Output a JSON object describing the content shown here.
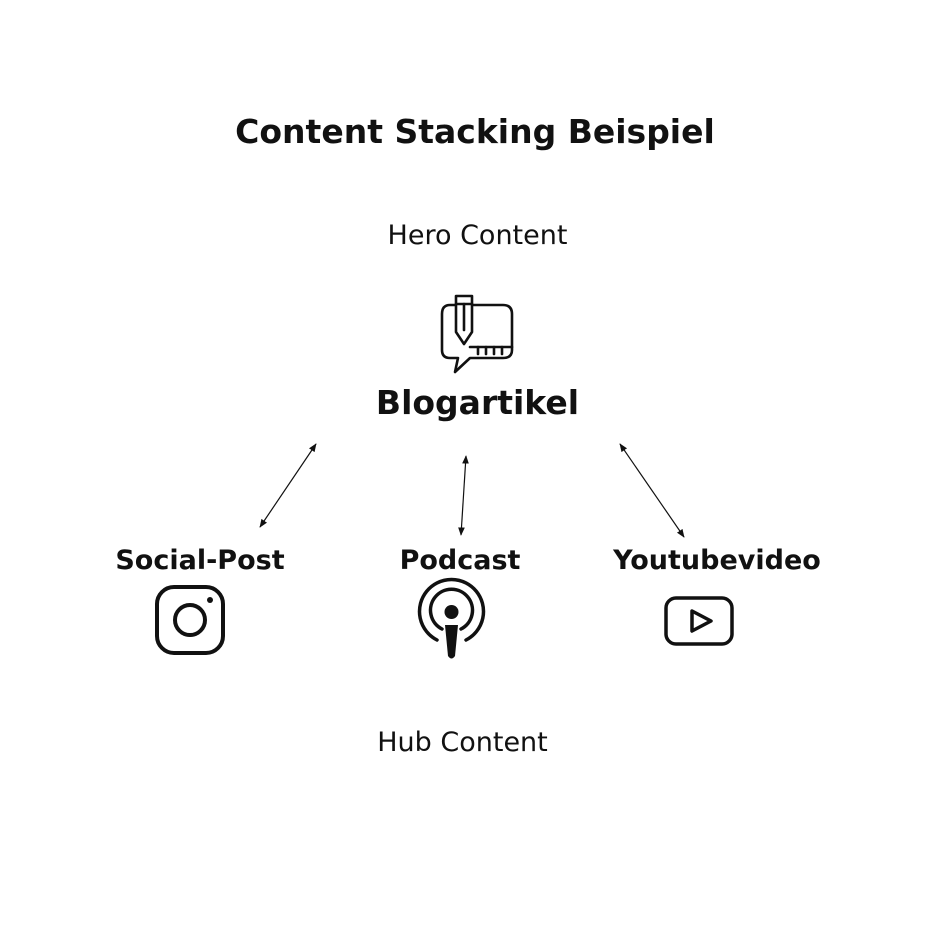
{
  "diagram": {
    "title": "Content Stacking Beispiel",
    "hero": {
      "label": "Hero Content",
      "name": "Blogartikel",
      "icon": "blog-edit-icon"
    },
    "hub": {
      "label": "Hub Content",
      "items": [
        {
          "name": "Social-Post",
          "icon": "instagram-icon"
        },
        {
          "name": "Podcast",
          "icon": "podcast-icon"
        },
        {
          "name": "Youtubevideo",
          "icon": "youtube-icon"
        }
      ]
    },
    "connectors": [
      "bidirectional",
      "bidirectional",
      "bidirectional"
    ],
    "colors": {
      "ink": "#111111",
      "background": "#ffffff"
    }
  }
}
